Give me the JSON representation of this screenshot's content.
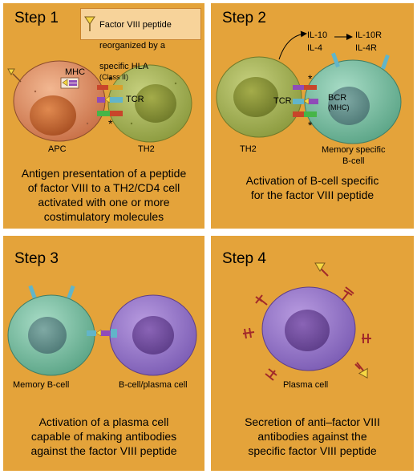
{
  "steps": [
    {
      "title": "Step 1",
      "caption": "Antigen presentation of a peptide\nof factor VIII to a TH2/CD4 cell\nactivated with one or more\ncostimulatory molecules",
      "legend": {
        "line1": "Factor VIII peptide",
        "line2": "reorganized by a",
        "line3_prefix": "specific HLA",
        "line3_suffix": "(Class II)"
      },
      "labels": {
        "mhc": "MHC",
        "tcr": "TCR",
        "apc": "APC",
        "th2": "TH2",
        "star_top": "*",
        "star_bottom": "*"
      }
    },
    {
      "title": "Step 2",
      "caption": "Activation of B-cell specific\nfor the factor VIII peptide",
      "labels": {
        "il10": "IL-10",
        "il4": "IL-4",
        "il10r": "IL-10R",
        "il4r": "IL-4R",
        "tcr": "TCR",
        "bcr": "BCR",
        "bcr_sub": "(MHC)",
        "th2": "TH2",
        "memory_line1": "Memory specific",
        "memory_line2": "B-cell",
        "star_top": "*",
        "star_bottom": "*"
      }
    },
    {
      "title": "Step 3",
      "caption": "Activation of a plasma cell\ncapable of  making antibodies\nagainst the factor VIII peptide",
      "labels": {
        "memory": "Memory B-cell",
        "plasma": "B-cell/plasma cell"
      }
    },
    {
      "title": "Step 4",
      "caption": "Secretion of anti–factor VIII\nantibodies against the\nspecific factor VIII peptide",
      "labels": {
        "plasma": "Plasma cell"
      }
    }
  ],
  "colors": {
    "panel": "#e4a33a",
    "apc": "#d9855a",
    "th2": "#9fae4f",
    "bcell": "#6fb89a",
    "plasma": "#8a6cc0",
    "receptor": "#62b5c9",
    "antibody": "#a22a2a"
  }
}
